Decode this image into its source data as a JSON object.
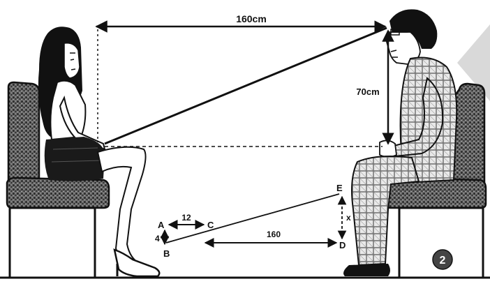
{
  "distances": {
    "eye_to_eye": "160cm",
    "eye_height": "70cm"
  },
  "geometry_labels": {
    "point_a": "A",
    "point_b": "B",
    "point_c": "C",
    "point_d": "D",
    "point_e": "E",
    "ac_length": "12",
    "ab_length": "4",
    "bd_length": "160",
    "ed_length": "x"
  },
  "figure_number": "2",
  "colors": {
    "ink": "#111111",
    "seat_fabric": "#3a3a3a",
    "corner_tab": "#d9d9d9",
    "badge": "#444444"
  }
}
